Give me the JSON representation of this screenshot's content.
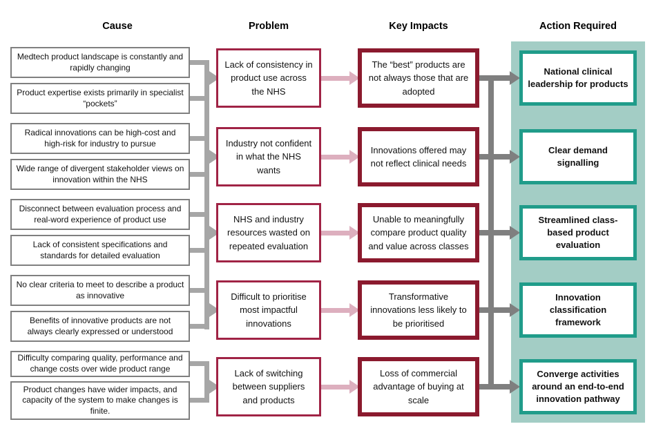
{
  "headers": {
    "cause": "Cause",
    "problem": "Problem",
    "impacts": "Key Impacts",
    "action": "Action Required"
  },
  "causes": [
    "Medtech product landscape is constantly and rapidly changing",
    "Product expertise exists primarily in specialist “pockets”",
    "Radical innovations can be high-cost and high-risk for industry to pursue",
    "Wide range of divergent stakeholder views on innovation within the NHS",
    "Disconnect between evaluation process and real-word experience of product use",
    "Lack of consistent specifications and standards for detailed evaluation",
    "No clear criteria to meet to describe a product as innovative",
    "Benefits of innovative products are not always clearly expressed or understood",
    "Difficulty comparing quality, performance and change costs over wide product range",
    "Product changes have wider impacts, and capacity of the system to make changes is finite."
  ],
  "problems": [
    "Lack of consistency in product use across the NHS",
    "Industry not confident in what the NHS wants",
    "NHS and industry resources wasted on repeated evaluation",
    "Difficult to prioritise most impactful innovations",
    "Lack of switching between suppliers and products"
  ],
  "impacts": [
    "The “best” products are not always those that are adopted",
    "Innovations offered may not reflect clinical needs",
    "Unable to meaningfully compare product quality and value across classes",
    "Transformative innovations less likely to be prioritised",
    "Loss of commercial advantage of buying at scale"
  ],
  "actions": [
    "National clinical leadership for products",
    "Clear demand signalling",
    "Streamlined class-based product evaluation",
    "Innovation classification framework",
    "Converge activities around an end-to-end innovation pathway"
  ],
  "colors": {
    "cause_border": "#7f7f7f",
    "connector_gray": "#a6a6a6",
    "problem_border": "#a02345",
    "pink_arrow": "#ddafbe",
    "impact_border": "#8b1a2e",
    "dark_arrow": "#7f7f7f",
    "action_border": "#209c8a",
    "action_panel_bg": "#a3cdc5"
  }
}
